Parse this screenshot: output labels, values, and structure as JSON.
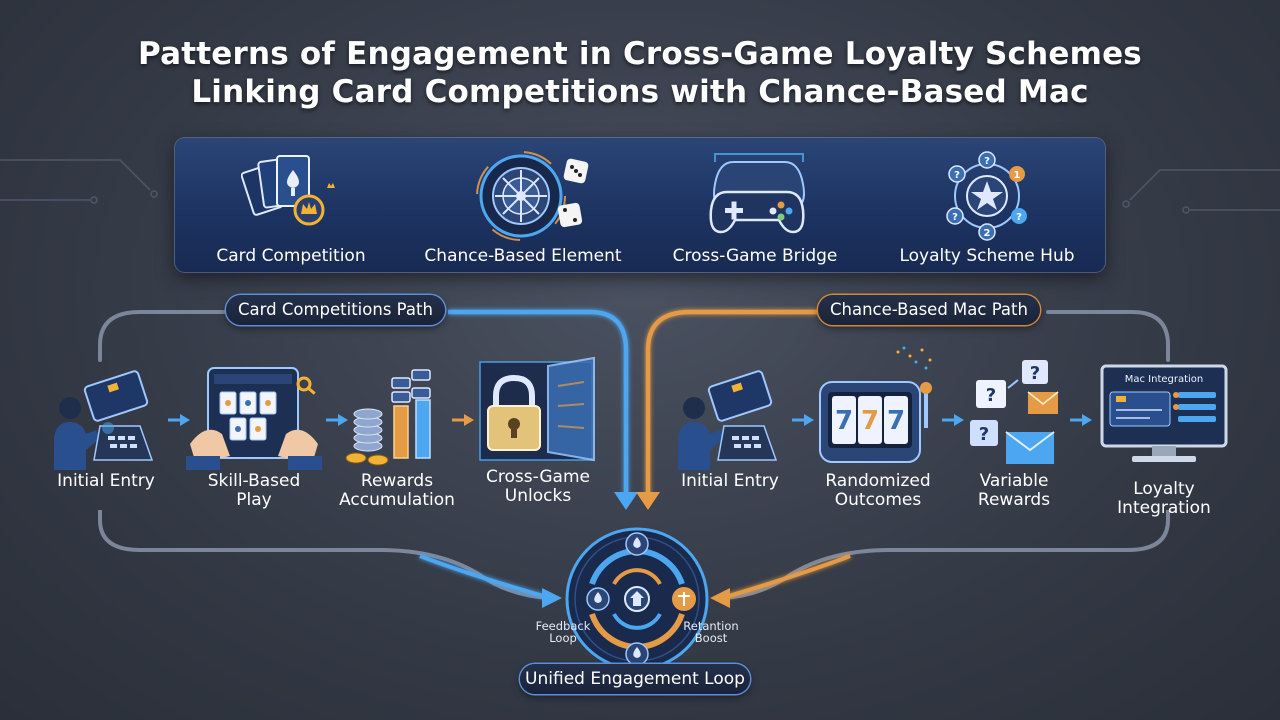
{
  "title": {
    "line1": "Patterns of Engagement in Cross-Game Loyalty Schemes",
    "line2": "Linking Card Competitions with Chance-Based Mac"
  },
  "categories": [
    {
      "label": "Card Competition",
      "icon": "playing-cards-icon"
    },
    {
      "label": "Chance-Based Element",
      "icon": "roulette-dice-icon"
    },
    {
      "label": "Cross-Game Bridge",
      "icon": "gamepad-icon"
    },
    {
      "label": "Loyalty Scheme Hub",
      "icon": "star-hub-icon"
    }
  ],
  "card_path": {
    "label": "Card Competitions Path",
    "steps": [
      {
        "label": "Initial Entry",
        "icon": "payment-terminal-icon"
      },
      {
        "label": "Skill-Based\nPlay",
        "icon": "card-play-icon"
      },
      {
        "label": "Rewards\nAccumulation",
        "icon": "coin-bars-icon"
      },
      {
        "label": "Cross-Game\nUnlocks",
        "icon": "padlock-portal-icon"
      }
    ]
  },
  "chance_path": {
    "label": "Chance-Based Mac Path",
    "steps": [
      {
        "label": "Initial Entry",
        "icon": "payment-terminal-icon"
      },
      {
        "label": "Randomized\nOutcomes",
        "icon": "slot-machine-icon"
      },
      {
        "label": "Variable\nRewards",
        "icon": "mystery-envelope-icon"
      },
      {
        "label": "Loyalty\nIntegration",
        "icon": "monitor-dashboard-icon"
      }
    ]
  },
  "hub": {
    "left_tag": "Feedback\nLoop",
    "right_tag": "Retantion\nBoost",
    "name": "Unified Engagement Loop"
  },
  "monitor_caption": "Mac Integration",
  "colors": {
    "blue_path": "#4da6f0",
    "orange_path": "#e59a45",
    "grey_path": "#8f9ab0",
    "banner": "#1f3766",
    "accent_gold": "#f2b233"
  }
}
